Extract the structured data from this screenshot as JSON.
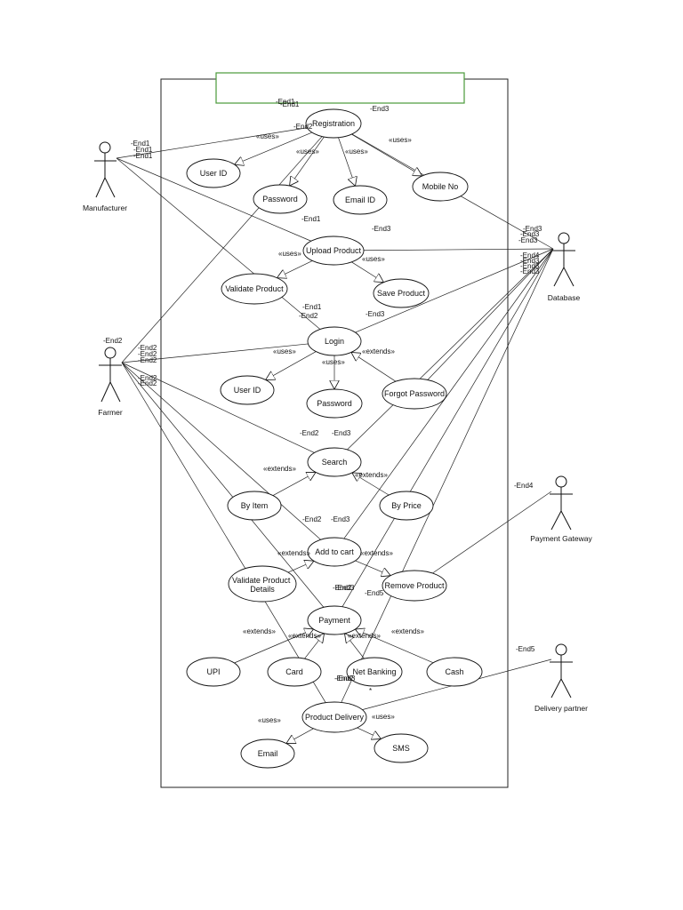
{
  "title_box": {
    "border_color": "#4a9a3a",
    "text": ""
  },
  "actors": [
    {
      "id": "manufacturer",
      "label": "Manufacturer"
    },
    {
      "id": "farmer",
      "label": "Farmer"
    },
    {
      "id": "database",
      "label": "Database"
    },
    {
      "id": "payment_gateway",
      "label": "Payment Gateway"
    },
    {
      "id": "delivery_partner",
      "label": "Delivery partner"
    }
  ],
  "use_cases": [
    {
      "id": "registration",
      "label": "Registration"
    },
    {
      "id": "user_id_1",
      "label": "User ID"
    },
    {
      "id": "password_1",
      "label": "Password"
    },
    {
      "id": "email_id",
      "label": "Email ID"
    },
    {
      "id": "mobile_no",
      "label": "Mobile No"
    },
    {
      "id": "upload_product",
      "label": "Upload Product"
    },
    {
      "id": "validate_product",
      "label": "Validate Product"
    },
    {
      "id": "save_product",
      "label": "Save Product"
    },
    {
      "id": "login",
      "label": "Login"
    },
    {
      "id": "user_id_2",
      "label": "User ID"
    },
    {
      "id": "password_2",
      "label": "Password"
    },
    {
      "id": "forgot_password",
      "label": "Forgot Password"
    },
    {
      "id": "search",
      "label": "Search"
    },
    {
      "id": "by_item",
      "label": "By Item"
    },
    {
      "id": "by_price",
      "label": "By Price"
    },
    {
      "id": "add_to_cart",
      "label": "Add to cart"
    },
    {
      "id": "validate_details",
      "label": "Validate Product Details"
    },
    {
      "id": "remove_product",
      "label": "Remove Product"
    },
    {
      "id": "payment",
      "label": "Payment"
    },
    {
      "id": "upi",
      "label": "UPI"
    },
    {
      "id": "card",
      "label": "Card"
    },
    {
      "id": "net_banking",
      "label": "Net Banking"
    },
    {
      "id": "cash",
      "label": "Cash"
    },
    {
      "id": "product_delivery",
      "label": "Product Delivery"
    },
    {
      "id": "email",
      "label": "Email"
    },
    {
      "id": "sms",
      "label": "SMS"
    }
  ],
  "relationships": [
    {
      "from": "registration",
      "to": "user_id_1",
      "label": "«uses»"
    },
    {
      "from": "registration",
      "to": "password_1",
      "label": "«uses»"
    },
    {
      "from": "registration",
      "to": "email_id",
      "label": "«uses»"
    },
    {
      "from": "registration",
      "to": "mobile_no",
      "label": "«uses»"
    },
    {
      "from": "upload_product",
      "to": "validate_product",
      "label": "«uses»"
    },
    {
      "from": "upload_product",
      "to": "save_product",
      "label": "«uses»"
    },
    {
      "from": "login",
      "to": "user_id_2",
      "label": "«uses»"
    },
    {
      "from": "login",
      "to": "password_2",
      "label": "«uses»"
    },
    {
      "from": "forgot_password",
      "to": "login",
      "label": "«extends»"
    },
    {
      "from": "by_item",
      "to": "search",
      "label": "«extends»"
    },
    {
      "from": "by_price",
      "to": "search",
      "label": "«extends»"
    },
    {
      "from": "validate_details",
      "to": "add_to_cart",
      "label": "«extends»"
    },
    {
      "from": "add_to_cart",
      "to": "remove_product",
      "label": "«extends»"
    },
    {
      "from": "upi",
      "to": "payment",
      "label": "«extends»"
    },
    {
      "from": "card",
      "to": "payment",
      "label": "«extends»"
    },
    {
      "from": "net_banking",
      "to": "payment",
      "label": "«extends»"
    },
    {
      "from": "cash",
      "to": "payment",
      "label": "«extends»"
    },
    {
      "from": "product_delivery",
      "to": "email",
      "label": "«uses»"
    },
    {
      "from": "product_delivery",
      "to": "sms",
      "label": "«uses»"
    }
  ],
  "end_labels": [
    "-End1",
    "-End1",
    "-End1",
    "-End1",
    "-End1",
    "-End1",
    "-End1",
    "-End2",
    "-End2",
    "-End2",
    "-End2",
    "-End2",
    "-End2",
    "-End2",
    "-End2",
    "-End2",
    "-End2",
    "-End2",
    "-End2",
    "-End3",
    "-End3",
    "-End3",
    "-End3",
    "-End3",
    "-End3",
    "-End3",
    "-End3",
    "-End3",
    "-End3",
    "-End3",
    "-End3",
    "-End3",
    "-End4",
    "-End4",
    "-End5",
    "-End5",
    "*"
  ]
}
